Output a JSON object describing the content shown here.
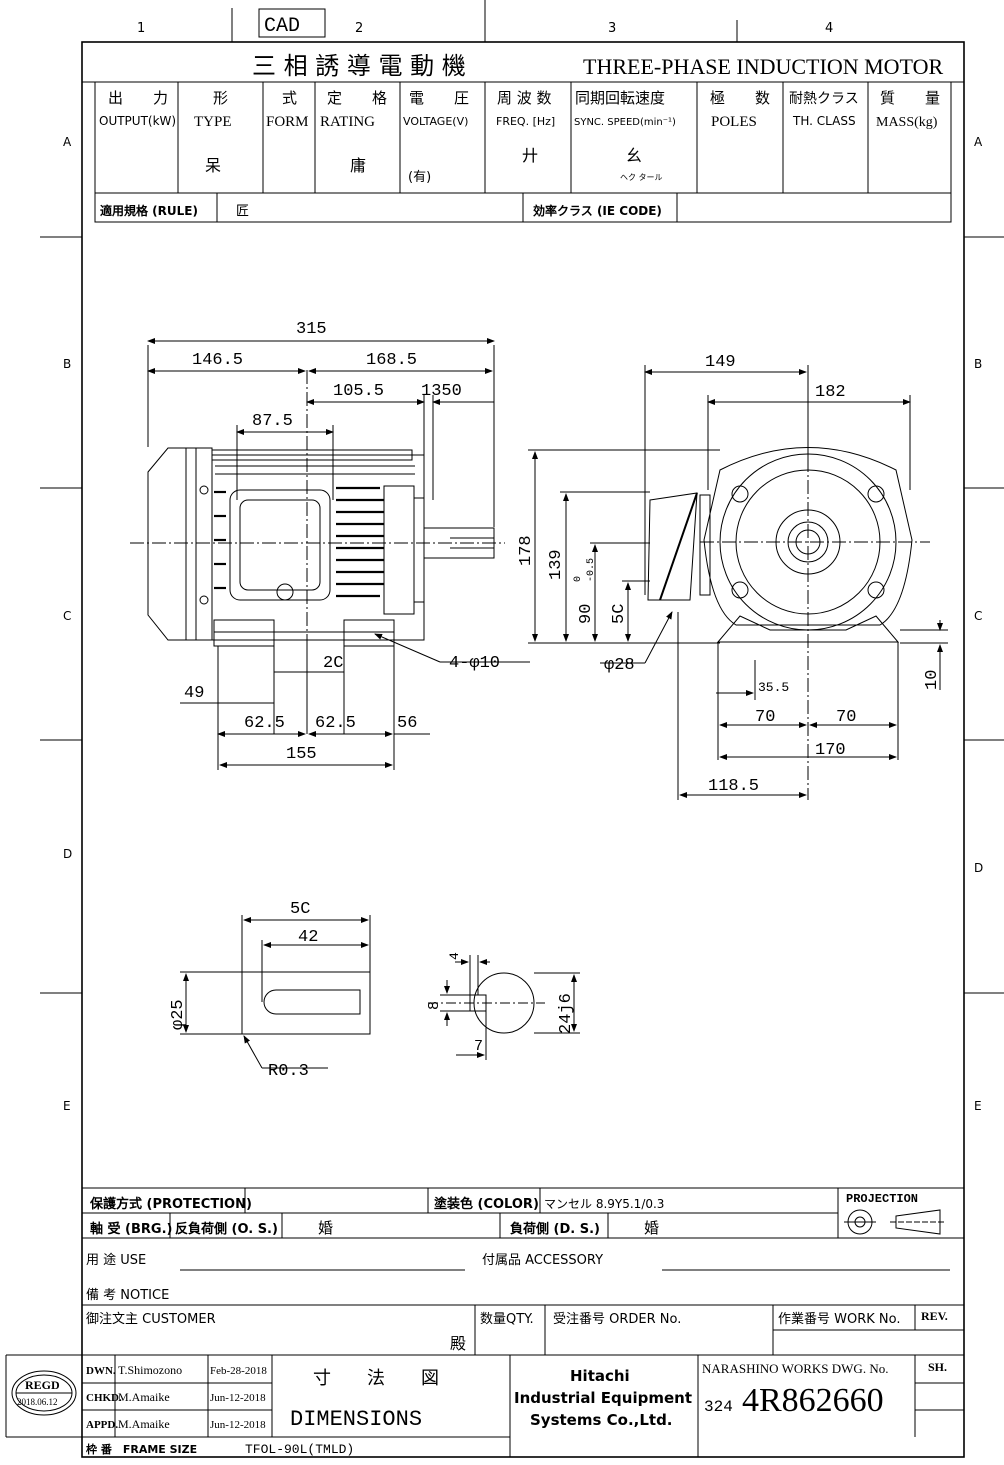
{
  "sheet": {
    "cad_label": "CAD",
    "col_numbers": [
      "1",
      "2",
      "3",
      "4"
    ],
    "row_letters": [
      "A",
      "B",
      "C",
      "D",
      "E"
    ]
  },
  "title": {
    "jp": "三 相 誘 導 電 動 機",
    "en": "THREE-PHASE INDUCTION MOTOR"
  },
  "spec_table": {
    "headers": [
      {
        "jp": "出　　力",
        "en": "OUTPUT(kW)"
      },
      {
        "jp": "形",
        "en": "TYPE"
      },
      {
        "jp": "式",
        "en": "FORM"
      },
      {
        "jp": "定　　格",
        "en": "RATING"
      },
      {
        "jp": "電　　圧",
        "en": "VOLTAGE(V)"
      },
      {
        "jp": "周 波 数",
        "en": "FREQ. [Hz]"
      },
      {
        "jp": "同期回転速度",
        "en": "SYNC. SPEED(min⁻¹)"
      },
      {
        "jp": "極　　数",
        "en": "POLES"
      },
      {
        "jp": "耐熱クラス",
        "en": "TH. CLASS"
      },
      {
        "jp": "質　　量",
        "en": "MASS(kg)"
      }
    ],
    "values": [
      "",
      "呆",
      "",
      "庸",
      "(有)",
      "廾",
      "幺",
      "",
      "",
      ""
    ],
    "sync_sub": "ヘク\nタール",
    "rule_label": "適用規格 (RULE)",
    "rule_value": "匠",
    "ie_label": "効率クラス (IE CODE)",
    "ie_value": ""
  },
  "dims": {
    "side": {
      "d315": "315",
      "d146_5": "146.5",
      "d168_5": "168.5",
      "d105_5": "105.5",
      "d1350": "1350",
      "d87_5": "87.5",
      "d2c": "2C",
      "d4phi10": "4-φ10",
      "d49": "49",
      "d62_5a": "62.5",
      "d62_5b": "62.5",
      "d56": "56",
      "d155": "155"
    },
    "end": {
      "d149": "149",
      "d182": "182",
      "d178": "178",
      "d139": "139",
      "d90": "90",
      "d90tol_up": "0",
      "d90tol_dn": "-0.5",
      "d5c": "5C",
      "phi28": "φ28",
      "d35_5": "35.5",
      "d70a": "70",
      "d70b": "70",
      "d170": "170",
      "d118_5": "118.5",
      "d10": "10"
    },
    "shaft": {
      "d5c": "5C",
      "d42": "42",
      "phi25": "φ25",
      "r03": "R0.3",
      "d4": "4",
      "d8": "8",
      "d7": "7",
      "d24j6": "24j6"
    }
  },
  "bottom": {
    "protection_label": "保護方式 (PROTECTION)",
    "protection_value": "",
    "color_label": "塗装色 (COLOR)",
    "color_value": "マンセル 8.9Y5.1/0.3",
    "projection_label": "PROJECTION",
    "brg_label": "軸 受 (BRG.)",
    "os_label": "反負荷側 (O. S.)",
    "os_value": "婚",
    "ds_label": "負荷側 (D. S.)",
    "ds_value": "婚",
    "use_label": "用 途 USE",
    "accessory_label": "付属品 ACCESSORY",
    "notice_label": "備 考 NOTICE",
    "customer_label": "御注文主 CUSTOMER",
    "customer_suffix": "殿",
    "qty_label": "数量QTY.",
    "order_label": "受注番号 ORDER No.",
    "work_label": "作業番号 WORK No.",
    "rev_label": "REV.",
    "sh_label": "SH.",
    "regd_label": "REGD",
    "regd_date": "2018.06.12",
    "dwn_label": "DWN.",
    "dwn_name": "T.Shimozono",
    "dwn_date": "Feb-28-2018",
    "chkd_label": "CHKD.",
    "chkd_name": "M.Amaike",
    "chkd_date": "Jun-12-2018",
    "appd_label": "APPD.",
    "appd_name": "M.Amaike",
    "appd_date": "Jun-12-2018",
    "title_jp": "寸　　法　　図",
    "title_en": "DIMENSIONS",
    "company_1": "Hitachi",
    "company_2": "Industrial Equipment",
    "company_3": "Systems Co.,Ltd.",
    "dwg_label": "NARASHINO WORKS DWG. No.",
    "dwg_prefix": "324",
    "dwg_number": "4R862660",
    "frame_label": "枠 番　FRAME SIZE",
    "frame_value": "TFOL-90L(TMLD)"
  }
}
